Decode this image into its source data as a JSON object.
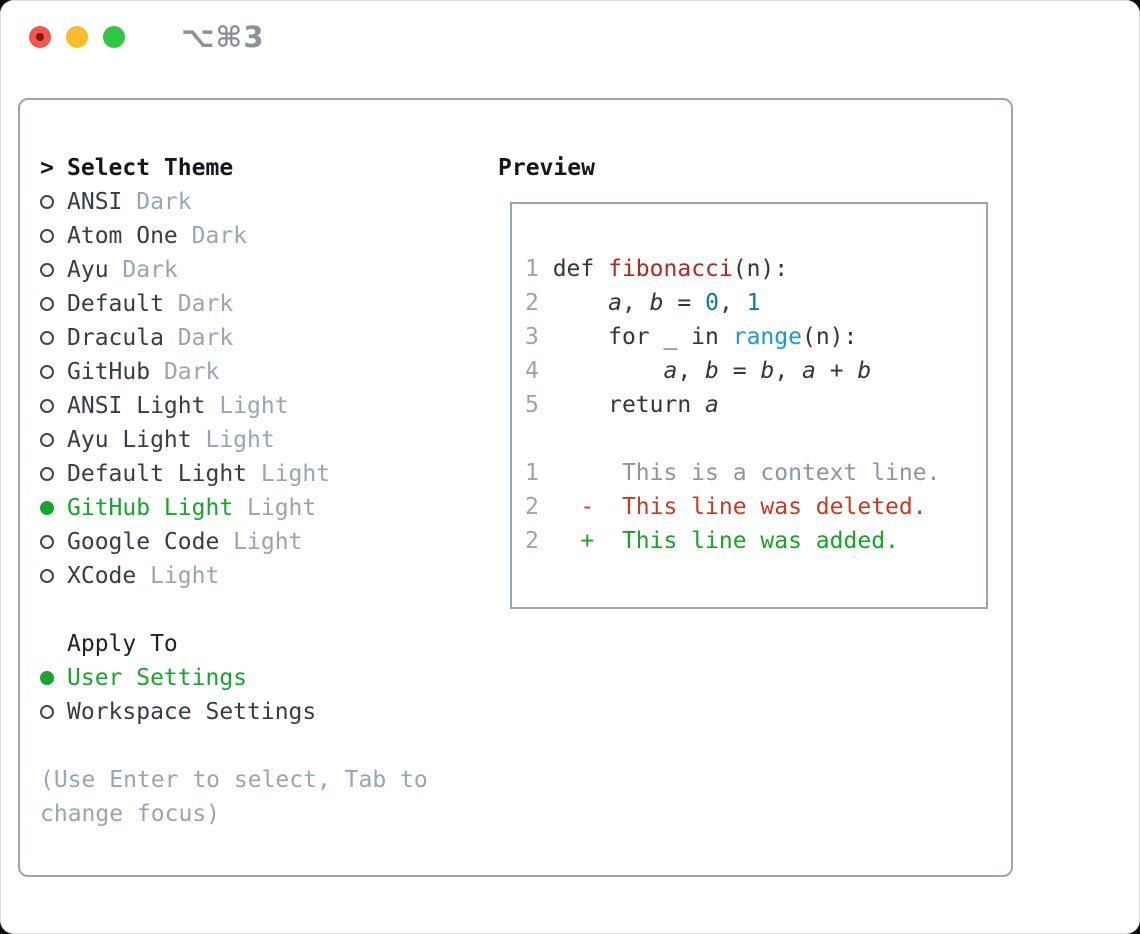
{
  "window": {
    "title": "⌥⌘3",
    "traffic_lights": {
      "close_color": "#f4564f",
      "minimize_color": "#f8bd2e",
      "zoom_color": "#30c745"
    }
  },
  "theme_panel": {
    "header": {
      "marker": ">",
      "label": "Select Theme"
    },
    "themes": [
      {
        "name": "ANSI",
        "variant": "Dark",
        "selected": false
      },
      {
        "name": "Atom One",
        "variant": "Dark",
        "selected": false
      },
      {
        "name": "Ayu",
        "variant": "Dark",
        "selected": false
      },
      {
        "name": "Default",
        "variant": "Dark",
        "selected": false
      },
      {
        "name": "Dracula",
        "variant": "Dark",
        "selected": false
      },
      {
        "name": "GitHub",
        "variant": "Dark",
        "selected": false
      },
      {
        "name": "ANSI Light",
        "variant": "Light",
        "selected": false
      },
      {
        "name": "Ayu Light",
        "variant": "Light",
        "selected": false
      },
      {
        "name": "Default Light",
        "variant": "Light",
        "selected": false
      },
      {
        "name": "GitHub Light",
        "variant": "Light",
        "selected": true
      },
      {
        "name": "Google Code",
        "variant": "Light",
        "selected": false
      },
      {
        "name": "XCode",
        "variant": "Light",
        "selected": false
      }
    ],
    "apply_to": {
      "label": "Apply To",
      "options": [
        {
          "name": "User Settings",
          "selected": true
        },
        {
          "name": "Workspace Settings",
          "selected": false
        }
      ]
    },
    "hint_lines": [
      "(Use Enter to select, Tab to",
      "change focus)"
    ]
  },
  "preview": {
    "title": "Preview",
    "lines": [
      {
        "tokens": [
          {
            "t": "1",
            "c": "ln"
          },
          {
            "t": " def ",
            "c": "p"
          },
          {
            "t": "fibonacci",
            "c": "fn"
          },
          {
            "t": "(n):",
            "c": "p"
          }
        ]
      },
      {
        "tokens": [
          {
            "t": "2",
            "c": "ln"
          },
          {
            "t": "     ",
            "c": "p"
          },
          {
            "t": "a",
            "c": "v"
          },
          {
            "t": ", ",
            "c": "p"
          },
          {
            "t": "b",
            "c": "v"
          },
          {
            "t": " = ",
            "c": "p"
          },
          {
            "t": "0",
            "c": "num"
          },
          {
            "t": ", ",
            "c": "p"
          },
          {
            "t": "1",
            "c": "num"
          }
        ]
      },
      {
        "tokens": [
          {
            "t": "3",
            "c": "ln"
          },
          {
            "t": "     for _ in ",
            "c": "p"
          },
          {
            "t": "range",
            "c": "bi"
          },
          {
            "t": "(n):",
            "c": "p"
          }
        ]
      },
      {
        "tokens": [
          {
            "t": "4",
            "c": "ln"
          },
          {
            "t": "         ",
            "c": "p"
          },
          {
            "t": "a",
            "c": "v"
          },
          {
            "t": ", ",
            "c": "p"
          },
          {
            "t": "b",
            "c": "v"
          },
          {
            "t": " = ",
            "c": "p"
          },
          {
            "t": "b",
            "c": "v"
          },
          {
            "t": ", ",
            "c": "p"
          },
          {
            "t": "a",
            "c": "v"
          },
          {
            "t": " + ",
            "c": "p"
          },
          {
            "t": "b",
            "c": "v"
          }
        ]
      },
      {
        "tokens": [
          {
            "t": "5",
            "c": "ln"
          },
          {
            "t": "     return ",
            "c": "p"
          },
          {
            "t": "a",
            "c": "v"
          }
        ]
      },
      {
        "tokens": []
      },
      {
        "tokens": [
          {
            "t": "1",
            "c": "ln"
          },
          {
            "t": "      This is a context line.",
            "c": "ctx"
          }
        ]
      },
      {
        "tokens": [
          {
            "t": "2",
            "c": "ln"
          },
          {
            "t": "   -  This line was deleted.",
            "c": "del"
          }
        ]
      },
      {
        "tokens": [
          {
            "t": "2",
            "c": "ln"
          },
          {
            "t": "   +  This line was added.",
            "c": "add"
          }
        ]
      }
    ]
  },
  "colors": {
    "accent_green": "#16a62c",
    "added_green": "#17a421",
    "deleted_red": "#c93a23",
    "function_red": "#b3291c",
    "builtin_blue": "#189bd1",
    "number_teal": "#0f7e86",
    "muted_gray": "#9aa5b1",
    "text_dark": "#30363d",
    "border_gray": "#9aa6b2"
  }
}
